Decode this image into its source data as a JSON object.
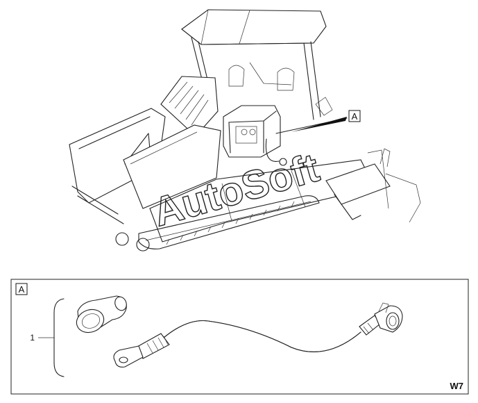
{
  "callout_top": {
    "label": "A"
  },
  "detail_panel": {
    "label": "A",
    "item_number": "1",
    "code": "W7"
  },
  "watermark": {
    "text": "AutoSoft"
  }
}
